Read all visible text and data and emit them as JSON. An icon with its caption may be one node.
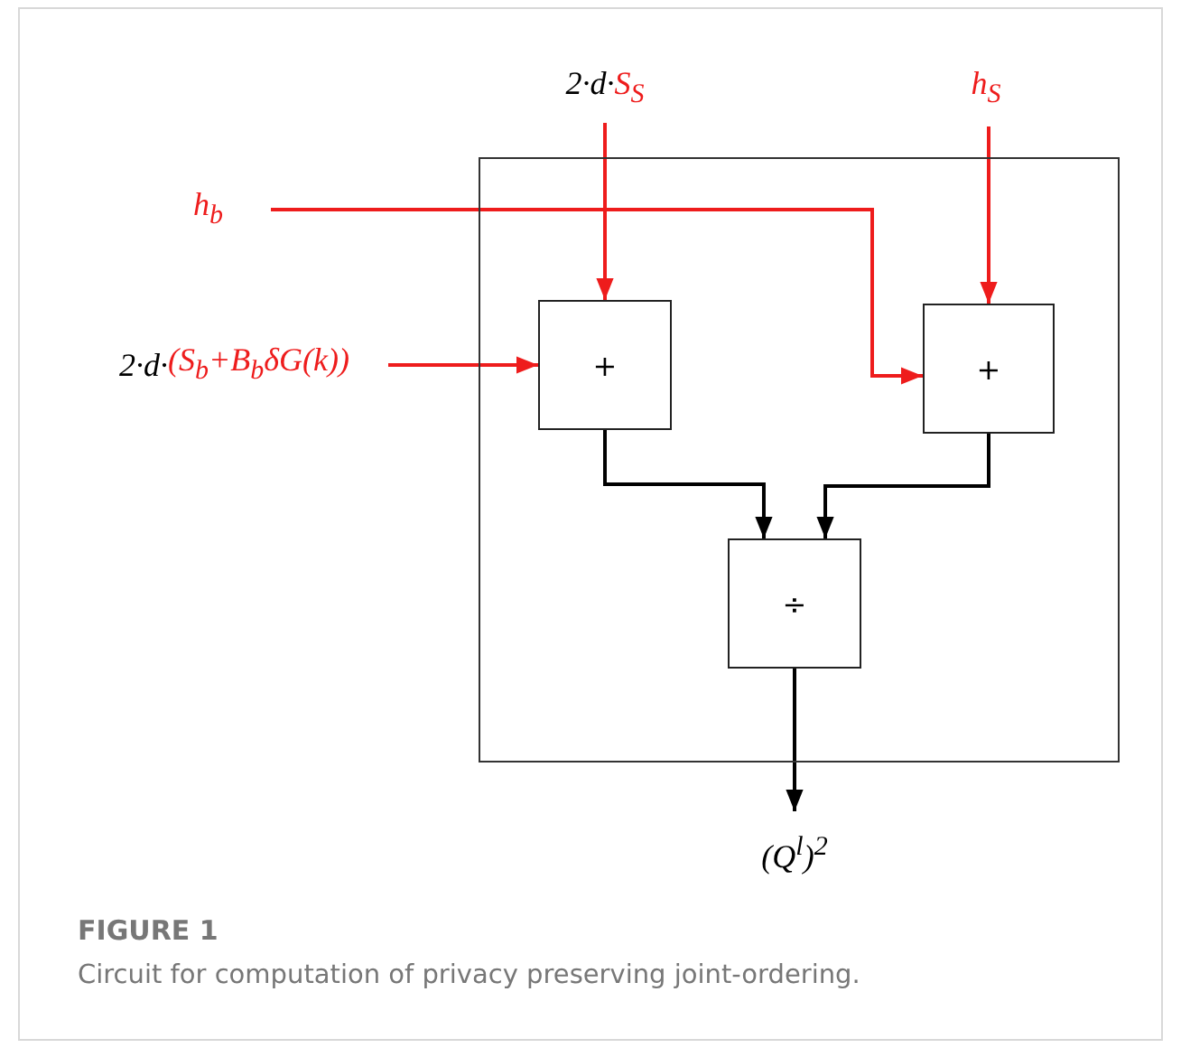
{
  "diagram": {
    "title": "FIGURE 1",
    "caption": "Circuit for computation of privacy preserving joint-ordering.",
    "nodes": [
      {
        "text": [],
        "shape": "box"
      },
      {
        "text": [
          "+"
        ],
        "in": 0
      },
      {
        "text": [
          "+"
        ],
        "in": 0
      },
      {
        "text": [
          "÷"
        ],
        "in": 0
      },
      {
        "text": [
          "2·d·",
          "S$_{S}$"
        ]
      },
      {
        "text": [
          "h$_{S}$"
        ]
      },
      {
        "text": [
          "h$_{b}$"
        ]
      },
      {
        "text": [
          "2·d·",
          "(S$_{b}$+B$_{b}$δG(k))"
        ]
      },
      {
        "text": [
          "(*Q*$^{l}$)$^{2}$"
        ]
      }
    ],
    "edges": [
      {
        "from": 4,
        "to": 1,
        "arrow": "to"
      },
      {
        "from": 5,
        "to": 2,
        "arrow": "to"
      },
      {
        "from": 6,
        "to": 2,
        "arrow": "to"
      },
      {
        "from": 7,
        "to": 1,
        "arrow": "to"
      },
      {
        "from": 1,
        "to": 3,
        "arrow": "to",
        "color": "#000000"
      },
      {
        "from": 2,
        "to": 3,
        "arrow": "to",
        "color": "#000000"
      },
      {
        "from": 3,
        "to": 8,
        "arrow": "to",
        "color": "#000000"
      }
    ]
  }
}
